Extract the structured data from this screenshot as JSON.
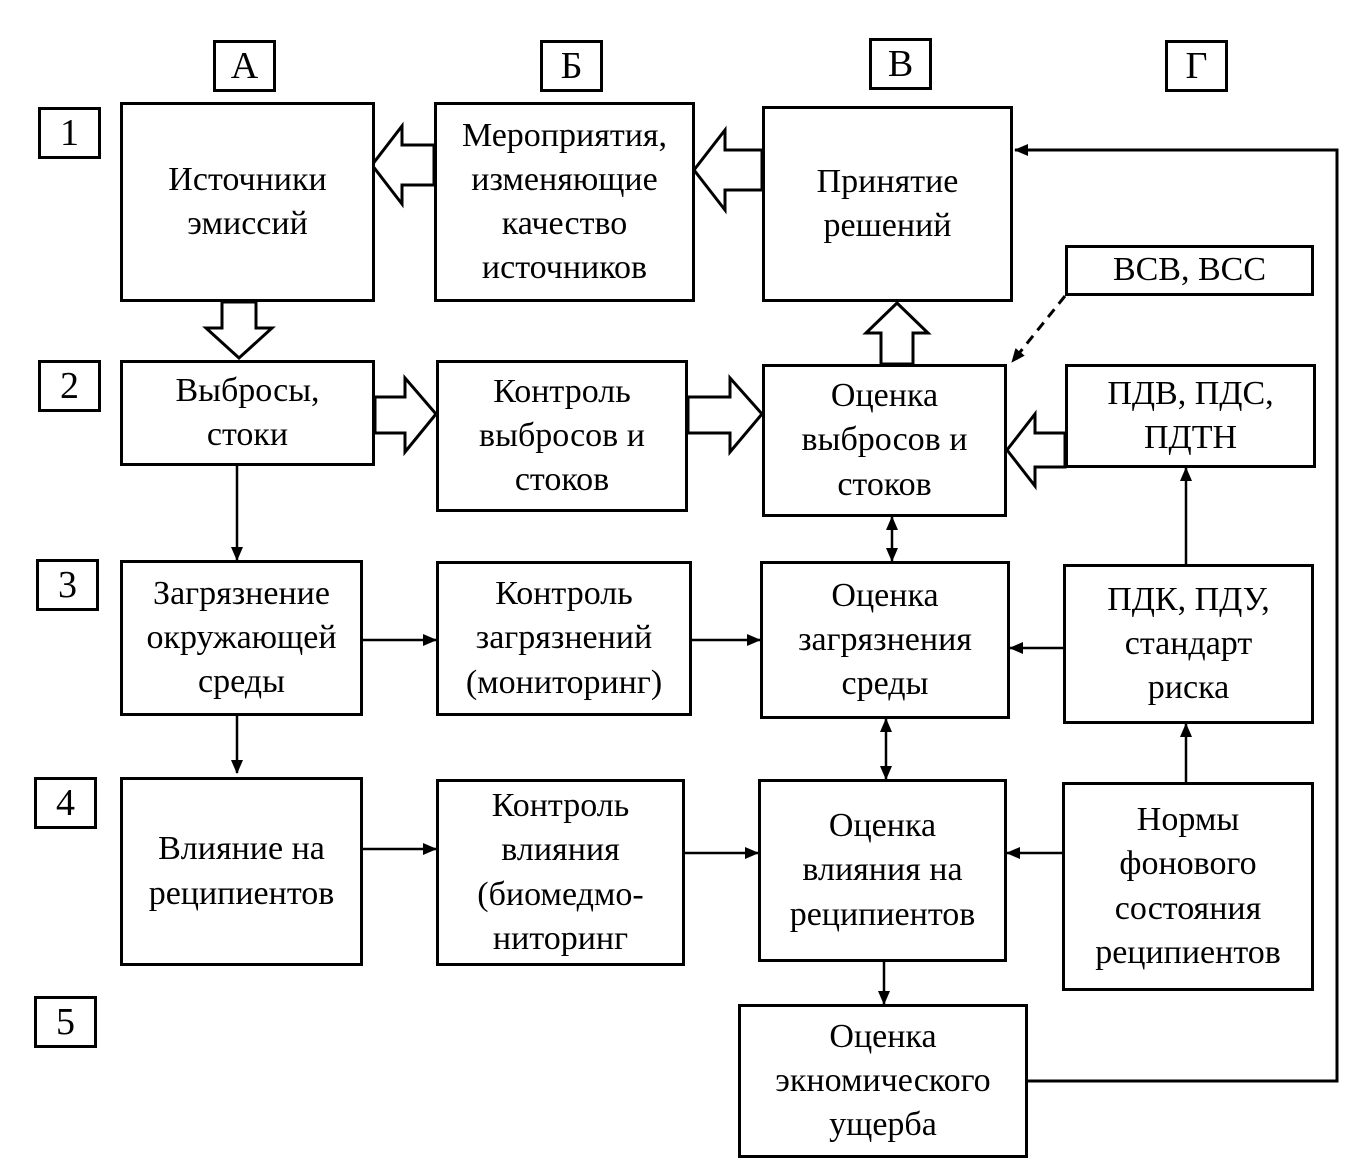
{
  "columns": [
    "А",
    "Б",
    "В",
    "Г"
  ],
  "rows": [
    "1",
    "2",
    "3",
    "4",
    "5"
  ],
  "boxes": {
    "sources": "Источники\nэмиссий",
    "measures": "Мероприятия,\nизменяющие\nкачество\nисточников",
    "decisions": "Принятие\nрешений",
    "vsv": "ВСВ, ВСС",
    "emissions": "Выбросы,\nстоки",
    "emission_control": "Контроль\nвыбросов и\nстоков",
    "emission_assessment": "Оценка\nвыбросов и\nстоков",
    "pdv": "ПДВ, ПДС,\nПДТН",
    "pollution": "Загрязнение\nокружающей\nсреды",
    "pollution_control": "Контроль\nзагрязнений\n(мониторинг)",
    "pollution_assessment": "Оценка\nзагрязнения\nсреды",
    "pdk": "ПДК, ПДУ,\nстандарт\nриска",
    "impact": "Влияние на\nреципиентов",
    "impact_control": "Контроль\nвлияния\n(биомедмо-\nниторинг",
    "impact_assessment": "Оценка\nвлияния на\nреципиентов",
    "norms": "Нормы\nфонового\nсостояния\nреципиентов",
    "damage": "Оценка\nэкномического\nущерба"
  }
}
